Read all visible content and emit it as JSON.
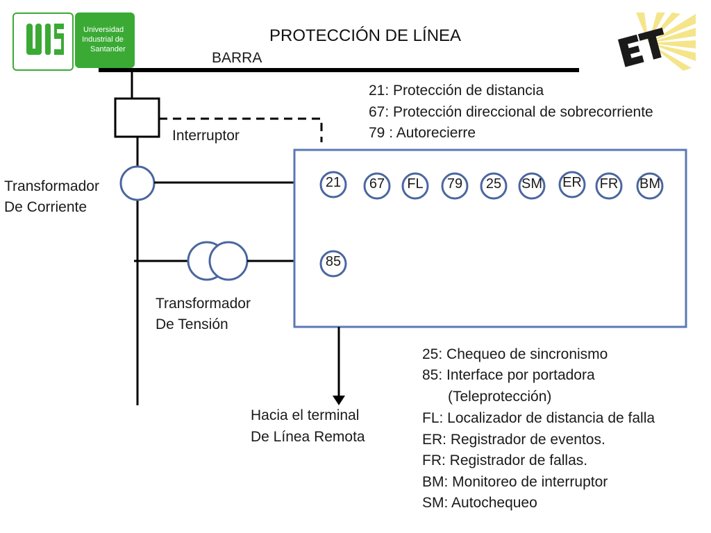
{
  "title": "PROTECCIÓN DE LÍNEA",
  "bus_label": "BARRA",
  "breaker_label": "Interruptor",
  "ct_label": [
    "Transformador",
    "De Corriente"
  ],
  "vt_label": [
    "Transformador",
    "De Tensión"
  ],
  "remote_label": [
    "Hacia el terminal",
    "De Línea Remota"
  ],
  "legend_top": [
    "21: Protección de distancia",
    "67: Protección direccional de sobrecorriente",
    "79 : Autorecierre"
  ],
  "relays_row1": [
    "21",
    "67",
    "FL",
    "79",
    "25",
    "SM",
    "ER",
    "FR",
    "BM"
  ],
  "relays_row2": [
    "85"
  ],
  "legend_bottom": [
    "25: Chequeo de sincronismo",
    "85: Interface por portadora",
    "(Teleprotección)",
    "FL: Localizador de distancia de falla",
    "ER: Registrador de eventos.",
    "FR: Registrador de fallas.",
    "BM: Monitoreo de interruptor",
    "SM: Autochequeo"
  ],
  "logo_uis": {
    "text": "Universidad Industrial de Santander",
    "lines": [
      "Universidad",
      "Industrial de",
      "Santander"
    ],
    "color": "#3aaa35"
  },
  "logo_et": {
    "text": "ET"
  },
  "colors": {
    "relay_border": "#4a66a0",
    "box_border": "#5a78b5",
    "line": "#000000"
  }
}
